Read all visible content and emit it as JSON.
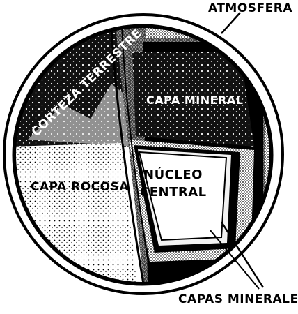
{
  "labels": {
    "atmosphere": "ATMOSFERA",
    "crust": "CORTEZA TERRESTRE",
    "mineral_layer": "CAPA MINERAL",
    "rock_layer": "CAPA ROCOSA",
    "core_line1": "NÚCLEO",
    "core_line2": "CENTRAL",
    "mineral_layers": "CAPAS MINERALES"
  }
}
